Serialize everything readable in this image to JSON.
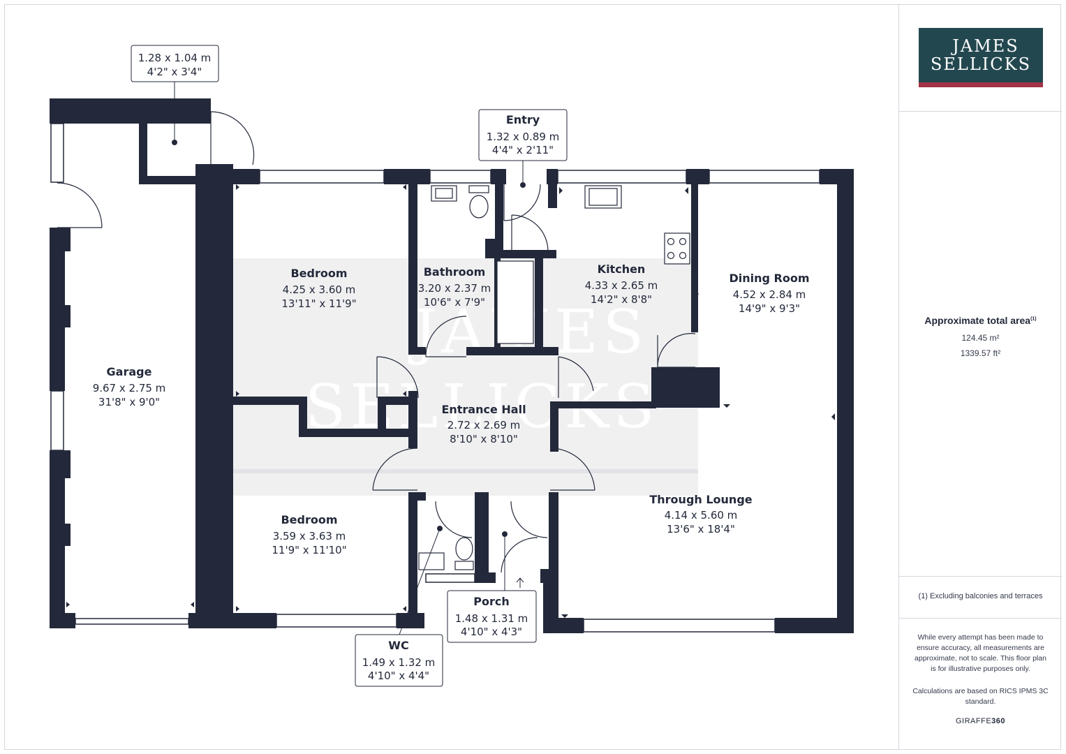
{
  "brand": {
    "line1": "JAMES",
    "line2": "SELLICKS",
    "colors": {
      "panel": "#23474f",
      "stripe": "#a23346",
      "wall": "#23293a"
    }
  },
  "watermark": {
    "line1": "JAMES",
    "line2": "SELLICKS"
  },
  "rooms": {
    "bedroom1": {
      "name": "Bedroom",
      "metric": "4.25 x 3.60 m",
      "imperial": "13'11\" x 11'9\""
    },
    "bathroom": {
      "name": "Bathroom",
      "metric": "3.20 x 2.37 m",
      "imperial": "10'6\" x 7'9\""
    },
    "kitchen": {
      "name": "Kitchen",
      "metric": "4.33 x 2.65 m",
      "imperial": "14'2\" x 8'8\""
    },
    "dining": {
      "name": "Dining Room",
      "metric": "4.52 x 2.84 m",
      "imperial": "14'9\" x 9'3\""
    },
    "garage": {
      "name": "Garage",
      "metric": "9.67 x 2.75 m",
      "imperial": "31'8\" x 9'0\""
    },
    "hall": {
      "name": "Entrance Hall",
      "metric": "2.72 x 2.69 m",
      "imperial": "8'10\" x 8'10\""
    },
    "bedroom2": {
      "name": "Bedroom",
      "metric": "3.59 x 3.63 m",
      "imperial": "11'9\" x 11'10\""
    },
    "lounge": {
      "name": "Through Lounge",
      "metric": "4.14 x 5.60 m",
      "imperial": "13'6\" x 18'4\""
    }
  },
  "callouts": {
    "store": {
      "name": "",
      "metric": "1.28 x 1.04 m",
      "imperial": "4'2\" x 3'4\""
    },
    "entry": {
      "name": "Entry",
      "metric": "1.32 x 0.89 m",
      "imperial": "4'4\" x 2'11\""
    },
    "porch": {
      "name": "Porch",
      "metric": "1.48 x 1.31 m",
      "imperial": "4'10\" x 4'3\""
    },
    "wc": {
      "name": "WC",
      "metric": "1.49 x 1.32 m",
      "imperial": "4'10\" x 4'4\""
    }
  },
  "area": {
    "title": "Approximate total area",
    "note_marker": "(1)",
    "sqm": "124.45 m²",
    "sqft": "1339.57 ft²"
  },
  "footnote": "(1) Excluding balconies and terraces",
  "disclaimer": "While every attempt has been made to ensure accuracy, all measurements are approximate, not to scale. This floor plan is for illustrative purposes only.",
  "calculation_note": "Calculations are based on RICS IPMS 3C standard.",
  "provider": {
    "prefix": "GIRAFFE",
    "suffix": "360"
  }
}
